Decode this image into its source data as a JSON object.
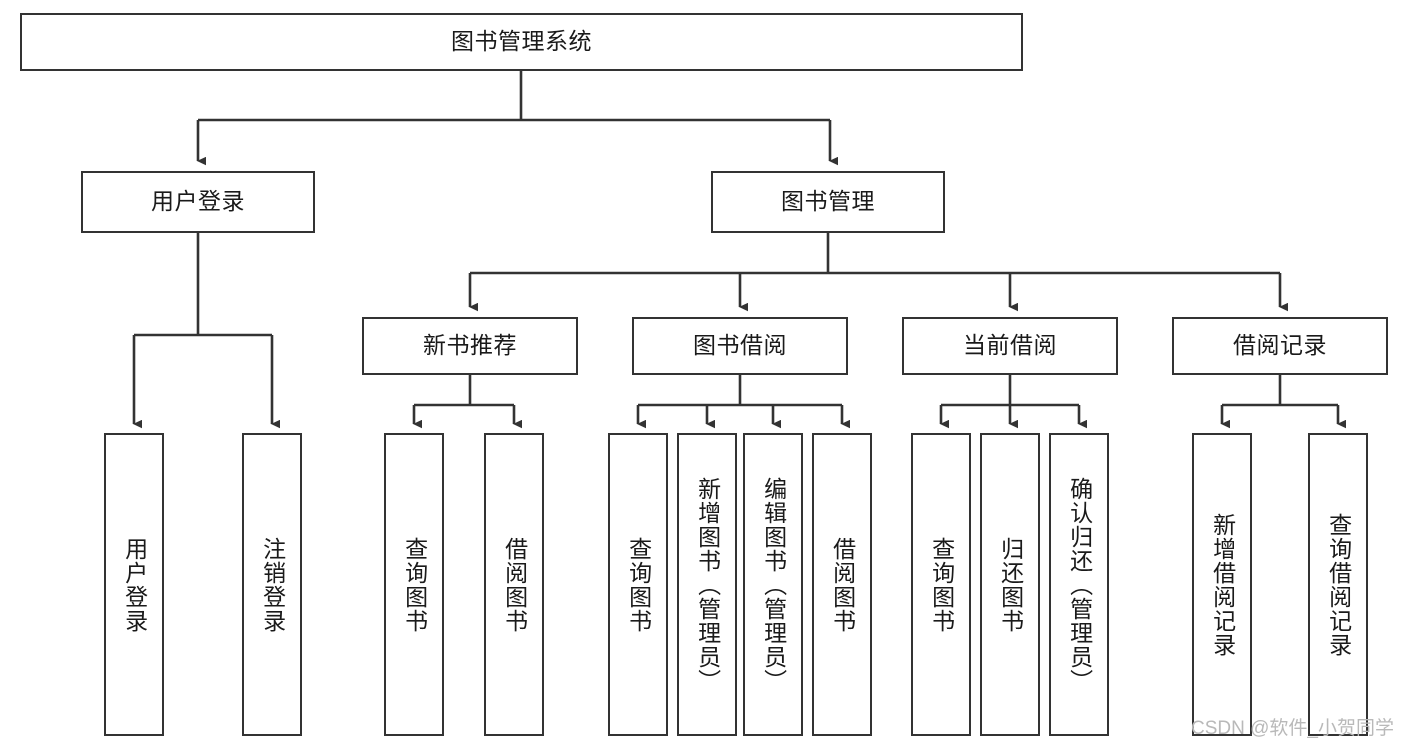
{
  "diagram": {
    "type": "tree-hierarchy",
    "title": "图书管理系统",
    "watermark": "CSDN @软件_小贺同学",
    "colors": {
      "stroke": "#333333",
      "fill": "#ffffff",
      "text": "#1a1a1a",
      "watermark": "#b9b9b9"
    },
    "levels": {
      "root": {
        "label": "图书管理系统"
      },
      "level2": [
        {
          "id": "user-login",
          "label": "用户登录"
        },
        {
          "id": "book-management",
          "label": "图书管理"
        }
      ],
      "level3": [
        {
          "id": "new-book-recommend",
          "label": "新书推荐"
        },
        {
          "id": "book-borrow",
          "label": "图书借阅"
        },
        {
          "id": "current-borrow",
          "label": "当前借阅"
        },
        {
          "id": "borrow-record",
          "label": "借阅记录"
        }
      ],
      "leaves": {
        "user_login": [
          {
            "id": "leaf-user-login",
            "label": "用户登录"
          },
          {
            "id": "leaf-logout-login",
            "label": "注销登录"
          }
        ],
        "new_book_recommend": [
          {
            "id": "leaf-query-book-1",
            "label": "查询图书"
          },
          {
            "id": "leaf-borrow-book-1",
            "label": "借阅图书"
          }
        ],
        "book_borrow": [
          {
            "id": "leaf-query-book-2",
            "label": "查询图书"
          },
          {
            "id": "leaf-add-book",
            "label": "新增图书（管理员）"
          },
          {
            "id": "leaf-edit-book",
            "label": "编辑图书（管理员）"
          },
          {
            "id": "leaf-borrow-book-2",
            "label": "借阅图书"
          }
        ],
        "current_borrow": [
          {
            "id": "leaf-query-book-3",
            "label": "查询图书"
          },
          {
            "id": "leaf-return-book",
            "label": "归还图书"
          },
          {
            "id": "leaf-confirm-return",
            "label": "确认归还（管理员）"
          }
        ],
        "borrow_record": [
          {
            "id": "leaf-add-record",
            "label": "新增借阅记录"
          },
          {
            "id": "leaf-query-record",
            "label": "查询借阅记录"
          }
        ]
      }
    }
  }
}
